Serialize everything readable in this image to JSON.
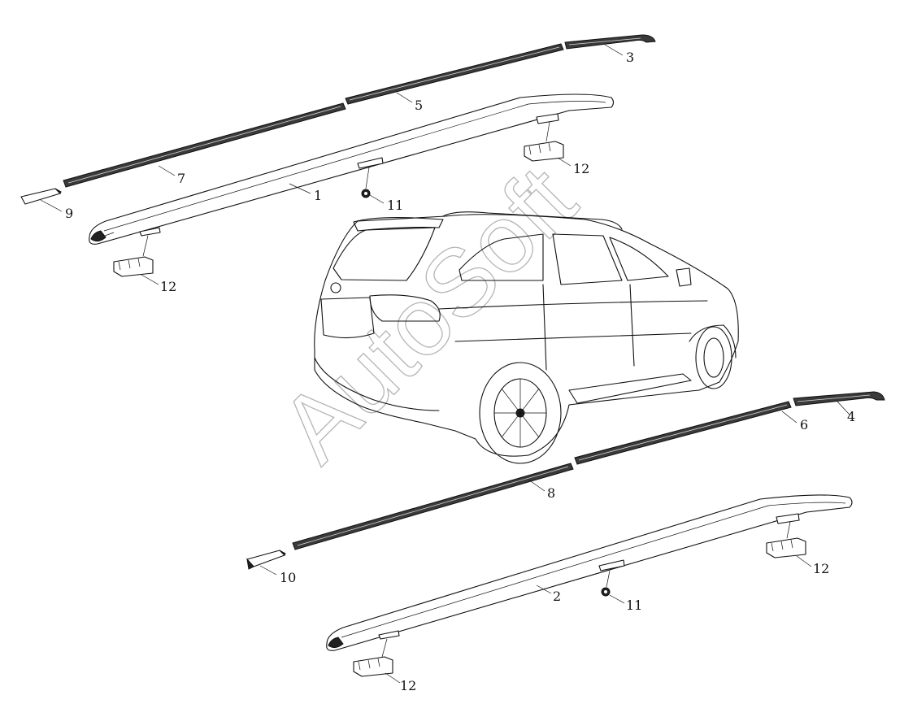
{
  "watermark": "AutoSoft",
  "callouts": [
    {
      "id": "c1",
      "text": "1"
    },
    {
      "id": "c2",
      "text": "2"
    },
    {
      "id": "c3",
      "text": "3"
    },
    {
      "id": "c4",
      "text": "4"
    },
    {
      "id": "c5",
      "text": "5"
    },
    {
      "id": "c6",
      "text": "6"
    },
    {
      "id": "c7",
      "text": "7"
    },
    {
      "id": "c8",
      "text": "8"
    },
    {
      "id": "c9",
      "text": "9"
    },
    {
      "id": "c10",
      "text": "10"
    },
    {
      "id": "c11a",
      "text": "11"
    },
    {
      "id": "c11b",
      "text": "11"
    },
    {
      "id": "c12a",
      "text": "12"
    },
    {
      "id": "c12b",
      "text": "12"
    },
    {
      "id": "c12c",
      "text": "12"
    },
    {
      "id": "c12d",
      "text": "12"
    }
  ]
}
